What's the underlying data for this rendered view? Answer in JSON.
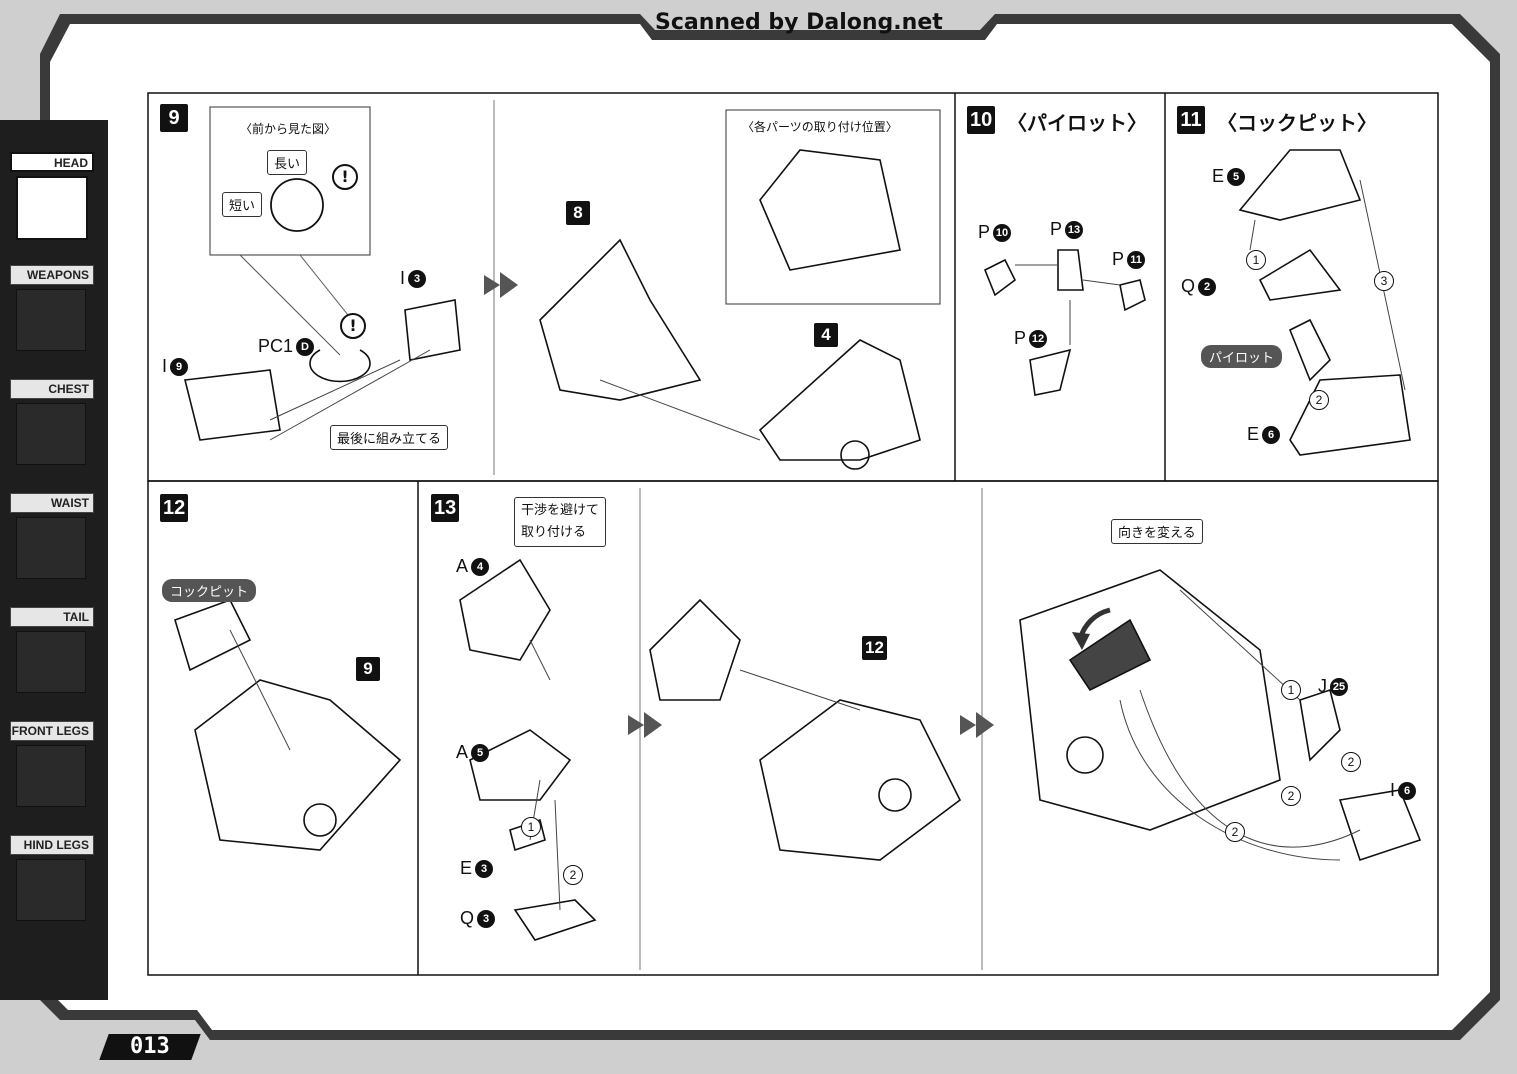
{
  "watermark": "Scanned by Dalong.net",
  "page_number": "013",
  "sidebar": {
    "tabs": [
      {
        "label": "HEAD",
        "active": true
      },
      {
        "label": "WEAPONS",
        "active": false
      },
      {
        "label": "CHEST",
        "active": false
      },
      {
        "label": "WAIST",
        "active": false
      },
      {
        "label": "TAIL",
        "active": false
      },
      {
        "label": "FRONT LEGS",
        "active": false
      },
      {
        "label": "HIND LEGS",
        "active": false
      }
    ]
  },
  "steps": {
    "s9": {
      "number": "9",
      "front_view_caption": "〈前から見た図〉",
      "long_label": "長い",
      "short_label": "短い",
      "note_last": "最後に組み立てる",
      "parts": {
        "pc1": "PC1",
        "pc1_num": "D",
        "i3": "I",
        "i3_num": "3",
        "i9": "I",
        "i9_num": "9"
      },
      "positions_caption": "〈各パーツの取り付け位置〉",
      "sub8": "8",
      "sub4": "4"
    },
    "s10": {
      "number": "10",
      "title": "〈パイロット〉",
      "parts": [
        {
          "l": "P",
          "n": "10"
        },
        {
          "l": "P",
          "n": "13"
        },
        {
          "l": "P",
          "n": "11"
        },
        {
          "l": "P",
          "n": "12"
        }
      ]
    },
    "s11": {
      "number": "11",
      "title": "〈コックピット〉",
      "parts": {
        "e5": "E",
        "e5n": "5",
        "q2": "Q",
        "q2n": "2",
        "e6": "E",
        "e6n": "6"
      },
      "pilot_label": "パイロット",
      "order": [
        "1",
        "2",
        "3"
      ]
    },
    "s12": {
      "number": "12",
      "cockpit_label": "コックピット",
      "sub9": "9"
    },
    "s13": {
      "number": "13",
      "callout_line1": "干渉を避けて",
      "callout_line2": "取り付ける",
      "parts": {
        "a4": "A",
        "a4n": "4",
        "a5": "A",
        "a5n": "5",
        "e3": "E",
        "e3n": "3",
        "q3": "Q",
        "q3n": "3",
        "j25": "J",
        "j25n": "25",
        "i6": "I",
        "i6n": "6"
      },
      "sub12": "12",
      "orientation_callout": "向きを変える",
      "order": [
        "1",
        "2"
      ]
    }
  }
}
